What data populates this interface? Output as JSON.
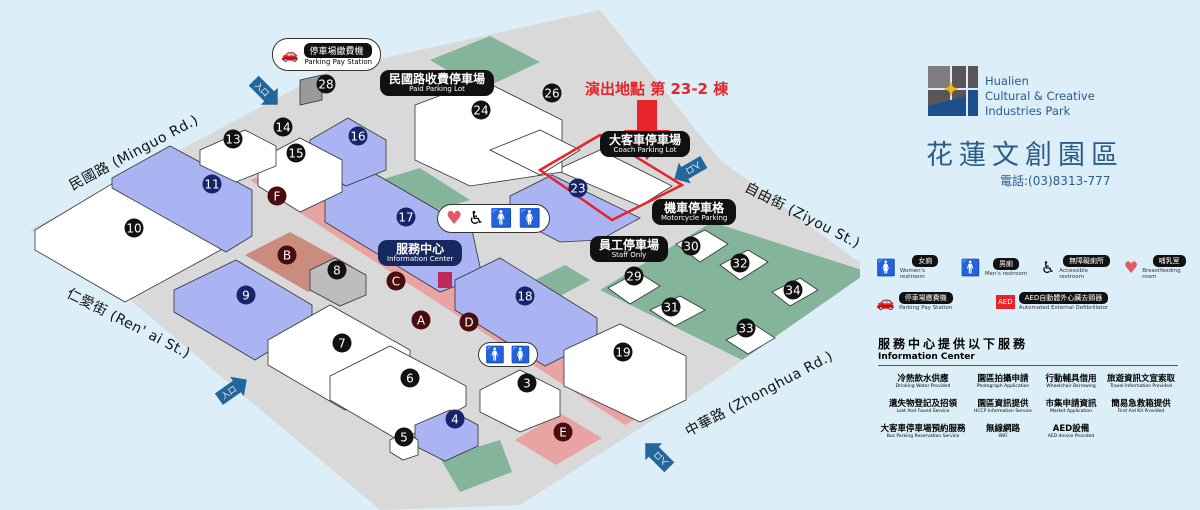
{
  "venue_label": "演出地點 第 23-2 棟",
  "map": {
    "buildings": [
      "28",
      "13",
      "14",
      "15",
      "16",
      "24",
      "26",
      "11",
      "10",
      "17",
      "8",
      "9",
      "18",
      "7",
      "23",
      "30",
      "29",
      "32",
      "31",
      "34",
      "33",
      "19",
      "6",
      "3",
      "4",
      "5"
    ],
    "zones": [
      "F",
      "B",
      "C",
      "A",
      "D",
      "E"
    ],
    "streets": {
      "minguo": "民國路 (Minguo Rd.)",
      "renai": "仁愛街 (Ren' ai St.)",
      "ziyou": "自由街 (Ziyou St.)",
      "zhonghua": "中華路 (Zhonghua Rd.)"
    },
    "tags": {
      "paid_parking": {
        "zh": "民國路收費停車場",
        "en": "Paid Parking Lot"
      },
      "coach_parking": {
        "zh": "大客車停車場",
        "en": "Coach Parking Lot"
      },
      "motorcycle": {
        "zh": "機車停車格",
        "en": "Motorcycle Parking"
      },
      "staff": {
        "zh": "員工停車場",
        "en": "Staff Only"
      },
      "info_center": {
        "zh": "服務中心",
        "en": "Information Center"
      },
      "pay_station": {
        "zh": "停車場繳費機",
        "en": "Parking Pay Station"
      }
    },
    "entrance_label": "入口"
  },
  "logo": {
    "en_lines": [
      "Hualien",
      "Cultural & Creative",
      "Industries Park"
    ],
    "zh": "花蓮文創園區",
    "phone": "電話:(03)8313-777"
  },
  "legend": [
    {
      "icon": "women-restroom",
      "zh": "女廁",
      "en": "Women's restroom"
    },
    {
      "icon": "men-restroom",
      "zh": "男廁",
      "en": "Men's restroom"
    },
    {
      "icon": "accessible-restroom",
      "zh": "無障礙廁所",
      "en": "Accessible restroom"
    },
    {
      "icon": "breastfeeding",
      "zh": "哺乳室",
      "en": "Breastfeeding room"
    },
    {
      "icon": "parking-pay-station",
      "zh": "停車場繳費機",
      "en": "Parking Pay Station"
    },
    {
      "icon": "aed",
      "zh": "AED自動體外心臟去顫器",
      "en": "Automated External Defibrillator"
    }
  ],
  "info_center": {
    "title": "服務中心提供以下服務",
    "subtitle": "Information Center",
    "services": [
      {
        "zh": "冷熱飲水供應",
        "en": "Drinking Water Provided"
      },
      {
        "zh": "園區拍攝申請",
        "en": "Photograph Application"
      },
      {
        "zh": "行動輔具借用",
        "en": "Wheelchair Borrowing"
      },
      {
        "zh": "旅遊資訊文宣索取",
        "en": "Travel Information Provided"
      },
      {
        "zh": "遺失物登記及招領",
        "en": "Lost And Found Service"
      },
      {
        "zh": "園區資訊提供",
        "en": "HCCP Information Service"
      },
      {
        "zh": "市集申請資訊",
        "en": "Market Application"
      },
      {
        "zh": "簡易急救箱提供",
        "en": "First Aid Kit Provided"
      },
      {
        "zh": "大客車停車場預約服務",
        "en": "Bus Parking Reservation Service"
      },
      {
        "zh": "無線網路",
        "en": "WiFi"
      },
      {
        "zh": "AED設備",
        "en": "AED device Provided"
      }
    ]
  },
  "colors": {
    "blue_building": "#aab4f2",
    "zone_red": "#e8a3a3",
    "green": "#84b49a",
    "ground": "#d9d9d9",
    "venue": "#e8232a",
    "brand": "#2c5c8a"
  }
}
